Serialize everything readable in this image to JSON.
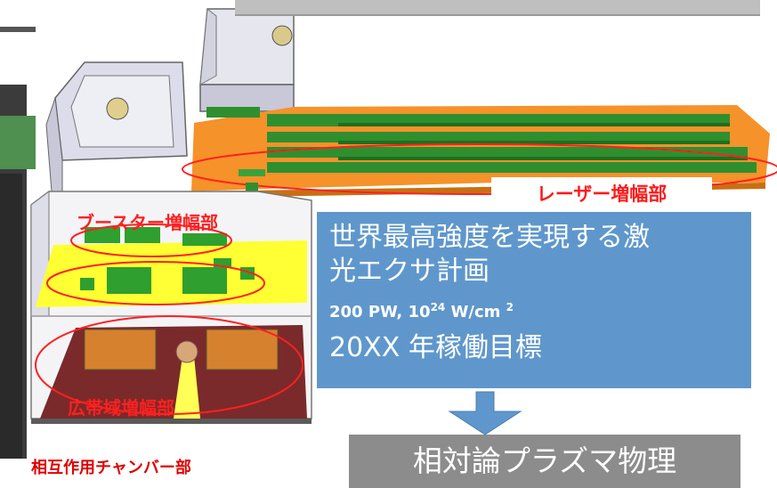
{
  "labels": {
    "laser_amplifier": "レーザー増幅部",
    "booster_amplifier": "ブースター増幅部",
    "broadband_amplifier": "広帯域増幅部",
    "interaction_chamber": "相互作用チャンバー部"
  },
  "info_box": {
    "line1": "世界最高強度を実現する激",
    "line2": "光エクサ計画",
    "line3_pre": "200 PW, 10",
    "line3_sup1": "24",
    "line3_mid": " W/cm ",
    "line3_sup2": "2",
    "line4": "20XX 年稼働目標"
  },
  "bottom_box": {
    "text": "相対論プラズマ物理"
  },
  "colors": {
    "info_box_bg": "#5f97cc",
    "laser_table": "#f5922a",
    "booster_floor": "#ffff33",
    "chamber_floor": "#7a2a2a",
    "highlight_ellipse": "#ff2020",
    "arrow": "#5f97cc"
  }
}
